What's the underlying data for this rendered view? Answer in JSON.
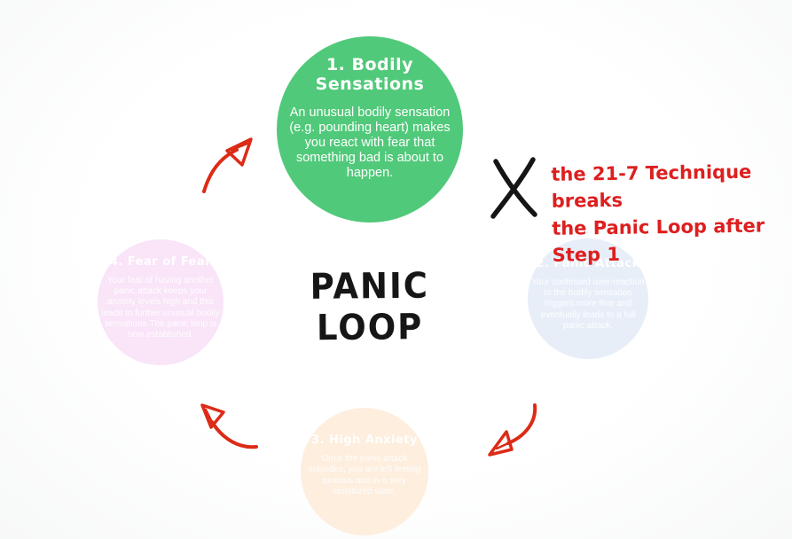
{
  "title": "PANIC LOOP",
  "background": "#fafbfb",
  "steps": [
    {
      "heading": "1. Bodily Sensations",
      "body": "An unusual bodily sensation (e.g. pounding heart) makes you react with fear that something bad is about to happen.",
      "color": "#51c97a",
      "text_color": "#ffffff"
    },
    {
      "heading": "2. Panic Attack",
      "body": "Your continued over-reaction to the bodily sensation triggers more fear and eventually leads to a full panic attack.",
      "color": "#e7eef8",
      "text_color": "#ffffff"
    },
    {
      "heading": "3. High Anxiety",
      "body": "Once the panic attack subsides, you are left feeling anxious and in a very sensitized state.",
      "color": "#fdeede",
      "text_color": "#ffffff"
    },
    {
      "heading": "4. Fear of Fear",
      "body": "Your fear of having another panic attack keeps your anxiety levels high and this leads to further unusual bodily sensations.The panic loop is now established.",
      "color": "#f9e4f8",
      "text_color": "#ffffff"
    }
  ],
  "annotation": {
    "line1": "the 21-7 Technique breaks",
    "line2": "the Panic Loop after Step 1",
    "color": "#dd1f1f",
    "x_mark_icon": "x-cross-icon"
  },
  "arrows": {
    "color": "#dc2b16",
    "items": [
      "arrow-step4-to-step1",
      "arrow-step3-to-step4",
      "arrow-step2-to-step3"
    ]
  }
}
